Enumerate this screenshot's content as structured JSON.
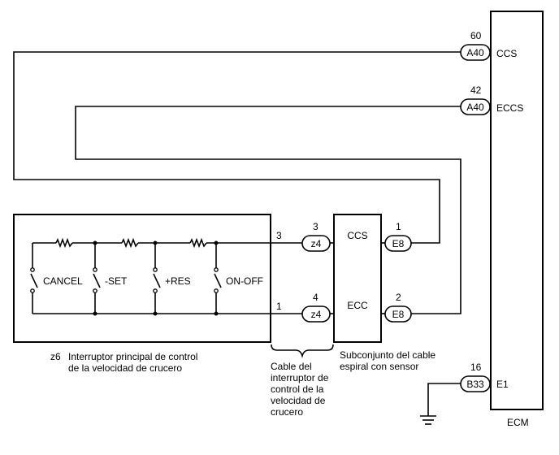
{
  "ecm": {
    "label": "ECM",
    "pins": {
      "ccs": {
        "number": "60",
        "connector": "A40",
        "name": "CCS"
      },
      "eccs": {
        "number": "42",
        "connector": "A40",
        "name": "ECCS"
      },
      "e1": {
        "number": "16",
        "connector": "B33",
        "name": "E1"
      }
    }
  },
  "switch": {
    "id": "z6",
    "caption_line1": "Interruptor principal de control",
    "caption_line2": "de la velocidad de crucero",
    "contacts": [
      "CANCEL",
      "-SET",
      "+RES",
      "ON-OFF"
    ],
    "terminal_top": "3",
    "terminal_bottom": "1"
  },
  "cable": {
    "connector": "z4",
    "pin_top": "3",
    "pin_bottom": "4",
    "caption": [
      "Cable del",
      "interruptor de",
      "control de la",
      "velocidad de",
      "crucero"
    ]
  },
  "spiral": {
    "label_top": "CCS",
    "label_bottom": "ECC",
    "connector": "E8",
    "pin_top": "1",
    "pin_bottom": "2",
    "caption_line1": "Subconjunto del cable",
    "caption_line2": "espiral con sensor"
  }
}
